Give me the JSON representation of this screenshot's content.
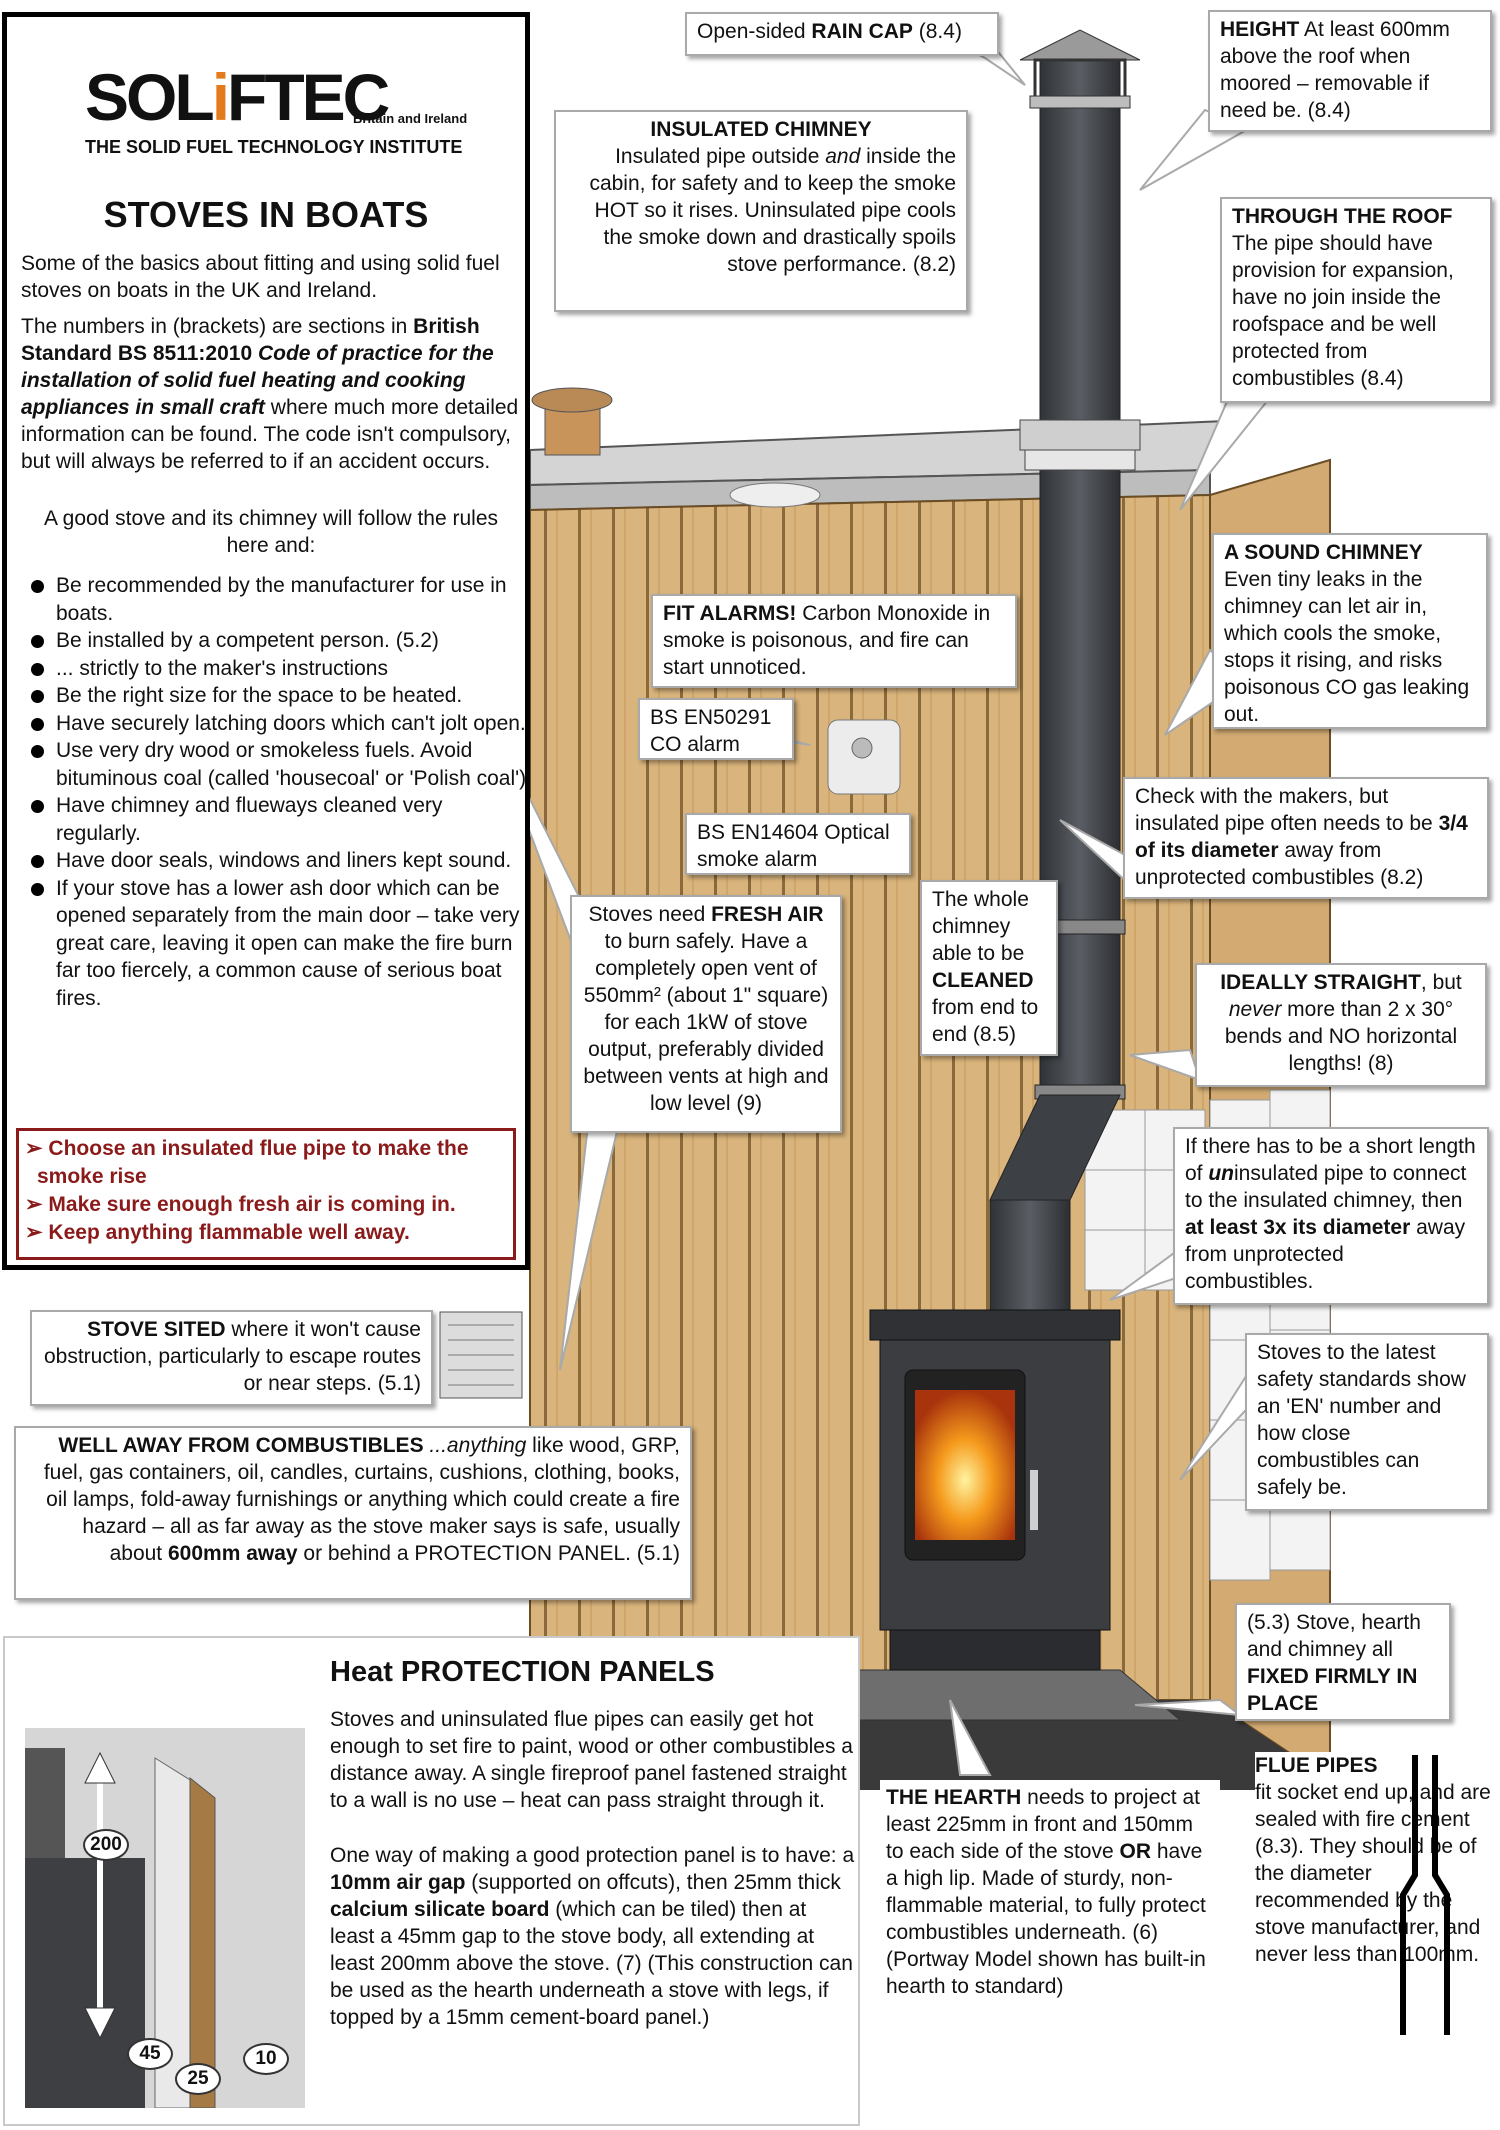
{
  "logo": {
    "word_pre": "SOL",
    "word_i": "i",
    "word_post": "FTEC",
    "region": "Britain and Ireland",
    "institute": "THE SOLID FUEL TECHNOLOGY INSTITUTE"
  },
  "left": {
    "title": "STOVES IN BOATS",
    "intro": "Some of the basics about fitting and using solid fuel stoves on boats in the UK and Ireland.",
    "numbers_pre": "The numbers in (brackets) are sections in ",
    "numbers_bold": "British Standard BS 8511:2010",
    "numbers_italic": " Code of practice for the installation of solid fuel heating and cooking appliances in small craft",
    "numbers_post": " where much more detailed information can be found. The code isn't compulsory, but will always be referred to if an accident occurs.",
    "rules_intro": "A good stove and its chimney will follow the rules here and:",
    "rules": [
      "Be recommended by the manufacturer for use in boats.",
      "Be installed by a competent person. (5.2)",
      "... strictly to the maker's instructions",
      "Be the right size for the space to be heated.",
      "Have securely latching doors which can't jolt open.",
      "Use very dry wood or smokeless fuels. Avoid bituminous coal (called 'housecoal' or 'Polish coal')",
      "Have chimney and flueways cleaned very regularly.",
      "Have door seals, windows and liners kept sound.",
      "If your stove has a lower ash door which can be opened separately from the main door – take very great care, leaving it open can make the fire burn far too fiercely, a common cause of serious boat fires."
    ],
    "key_points": [
      "➢ Choose an insulated flue pipe to make the smoke rise",
      "➢ Make sure enough fresh air is coming in.",
      "➢ Keep anything flammable well away."
    ]
  },
  "callouts": {
    "rain_cap": {
      "pre": "Open-sided ",
      "bold": "RAIN CAP",
      "post": " (8.4)"
    },
    "height": {
      "bold": "HEIGHT",
      "post": " At least 600mm above the roof when moored – removable if need be. (8.4)"
    },
    "insulated": {
      "bold": "INSULATED CHIMNEY",
      "pre": "Insulated pipe outside ",
      "italic": "and",
      "post": " inside the cabin, for safety and to keep the smoke HOT so it rises. Uninsulated pipe cools the smoke down and drastically spoils stove performance. (8.2)"
    },
    "roof": {
      "bold": "THROUGH THE ROOF",
      "post": "The pipe should have provision for expansion, have no join inside the roofspace and be well protected from combustibles (8.4)"
    },
    "sound": {
      "bold": "A SOUND CHIMNEY",
      "post": "Even tiny leaks in the chimney can let air in, which cools the smoke, stops it rising, and risks poisonous CO gas leaking out."
    },
    "alarms": {
      "bold": "FIT ALARMS!",
      "post": " Carbon Monoxide in smoke is poisonous, and fire can start unnoticed."
    },
    "co_alarm": "BS EN50291 CO alarm",
    "smoke_alarm": "BS EN14604 Optical smoke alarm",
    "check": {
      "pre": "Check with the makers, but insulated pipe often needs to be ",
      "bold": "3/4 of its diameter",
      "post": " away from unprotected combustibles (8.2)"
    },
    "fresh_air": {
      "pre": "Stoves need ",
      "bold": "FRESH AIR",
      "post": " to burn safely. Have a completely open vent of 550mm² (about 1\" square) for each 1kW of stove output, preferably divided between vents at high and low level (9)"
    },
    "cleaned": {
      "pre": "The whole chimney able to be ",
      "bold": "CLEANED",
      "post": " from end to end (8.5)"
    },
    "straight": {
      "bold": "IDEALLY STRAIGHT",
      "mid": ", but ",
      "italic": "never",
      "post": " more than 2 x 30° bends and NO horizontal lengths! (8)"
    },
    "uninsulated": {
      "pre": "If there has to be a short length of ",
      "bi": "un",
      "mid": "insulated pipe to connect to the insulated chimney, then ",
      "bold": "at least 3x its diameter",
      "post": " away from unprotected combustibles."
    },
    "stove_sited": {
      "bold": "STOVE SITED",
      "post": " where it won't cause obstruction, particularly to escape routes or near steps. (5.1)"
    },
    "well_away": {
      "bold": "WELL AWAY FROM COMBUSTIBLES",
      "italic": " ...anything",
      "mid": " like wood, GRP, fuel, gas containers, oil, candles, curtains, cushions, clothing, books, oil lamps, fold-away furnishings or anything which could create a fire hazard – all as far away as the stove maker says is safe, usually about ",
      "bold2": "600mm away",
      "post": " or behind a PROTECTION PANEL. (5.1)"
    },
    "latest": "Stoves to the latest safety standards show an 'EN' number and how close combustibles can safely be.",
    "fixed": {
      "pre": "(5.3) Stove, hearth and chimney all ",
      "bold": "FIXED FIRMLY IN PLACE"
    }
  },
  "protection": {
    "title": "Heat PROTECTION PANELS",
    "p1": "Stoves and uninsulated flue pipes can easily get hot enough to set fire to paint, wood or other combustibles a distance away. A single fireproof panel fastened straight to a wall is no use – heat can pass straight through it.",
    "p2_pre": "One way of making a good protection panel is to have: a ",
    "p2_b1": "10mm air gap",
    "p2_m1": " (supported on offcuts), then 25mm thick ",
    "p2_b2": "calcium silicate board",
    "p2_post": " (which can be tiled) then at least a 45mm gap to the stove body, all extending at least 200mm above the stove. (7) (This construction can be used as the hearth underneath a stove with legs, if topped by a 15mm cement-board panel.)",
    "dims": [
      "200",
      "45",
      "25",
      "10"
    ]
  },
  "hearth": {
    "bold": "THE HEARTH",
    "pre": " needs to project at least 225mm in front and 150mm to each side of the stove ",
    "bold2": "OR",
    "post": " have a high lip. Made of sturdy, non-flammable material, to fully protect combustibles underneath. (6) (Portway Model shown has built-in hearth to standard)"
  },
  "flue": {
    "bold": "FLUE PIPES",
    "post": "fit socket end up, and are sealed with fire cement (8.3). They should be of the diameter recommended by the stove manufacturer, and never less than 100mm."
  },
  "colors": {
    "wood": "#d8b27a",
    "wood_line": "#8a6a3a",
    "chimney": "#4a4d52",
    "stove": "#3a3c40",
    "accent_red": "#8b1a1a",
    "logo_orange": "#e37b1c"
  }
}
